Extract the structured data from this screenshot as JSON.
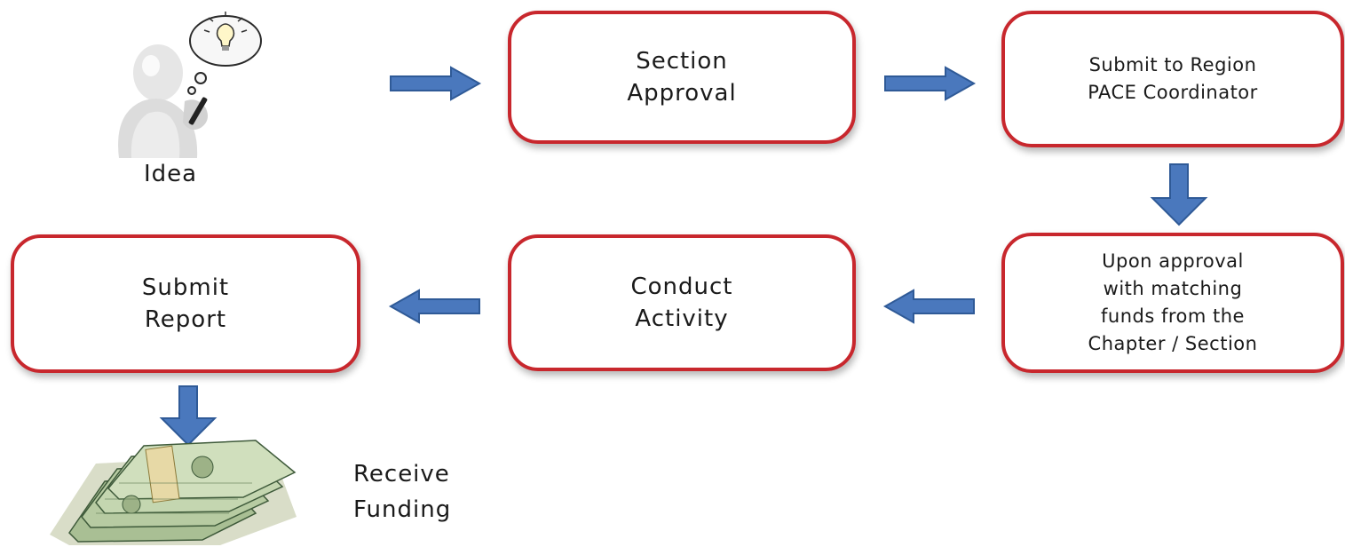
{
  "flow": {
    "idea_label": "Idea",
    "steps": [
      {
        "id": "section-approval",
        "label": "Section\nApproval"
      },
      {
        "id": "submit-region",
        "label": "Submit to Region\nPACE Coordinator"
      },
      {
        "id": "upon-approval",
        "label": "Upon approval\nwith matching\nfunds from the\nChapter / Section"
      },
      {
        "id": "conduct-activity",
        "label": "Conduct\nActivity"
      },
      {
        "id": "submit-report",
        "label": "Submit\nReport"
      }
    ],
    "final_label": "Receive\nFunding"
  },
  "icons": {
    "idea": "lightbulb-thinking-figure-icon",
    "money": "money-stack-icon",
    "arrow": "block-arrow-icon"
  },
  "colors": {
    "box_border": "#c8272d",
    "arrow_fill": "#4a78bd",
    "arrow_stroke": "#2f5a97",
    "text": "#1a1a1a"
  }
}
